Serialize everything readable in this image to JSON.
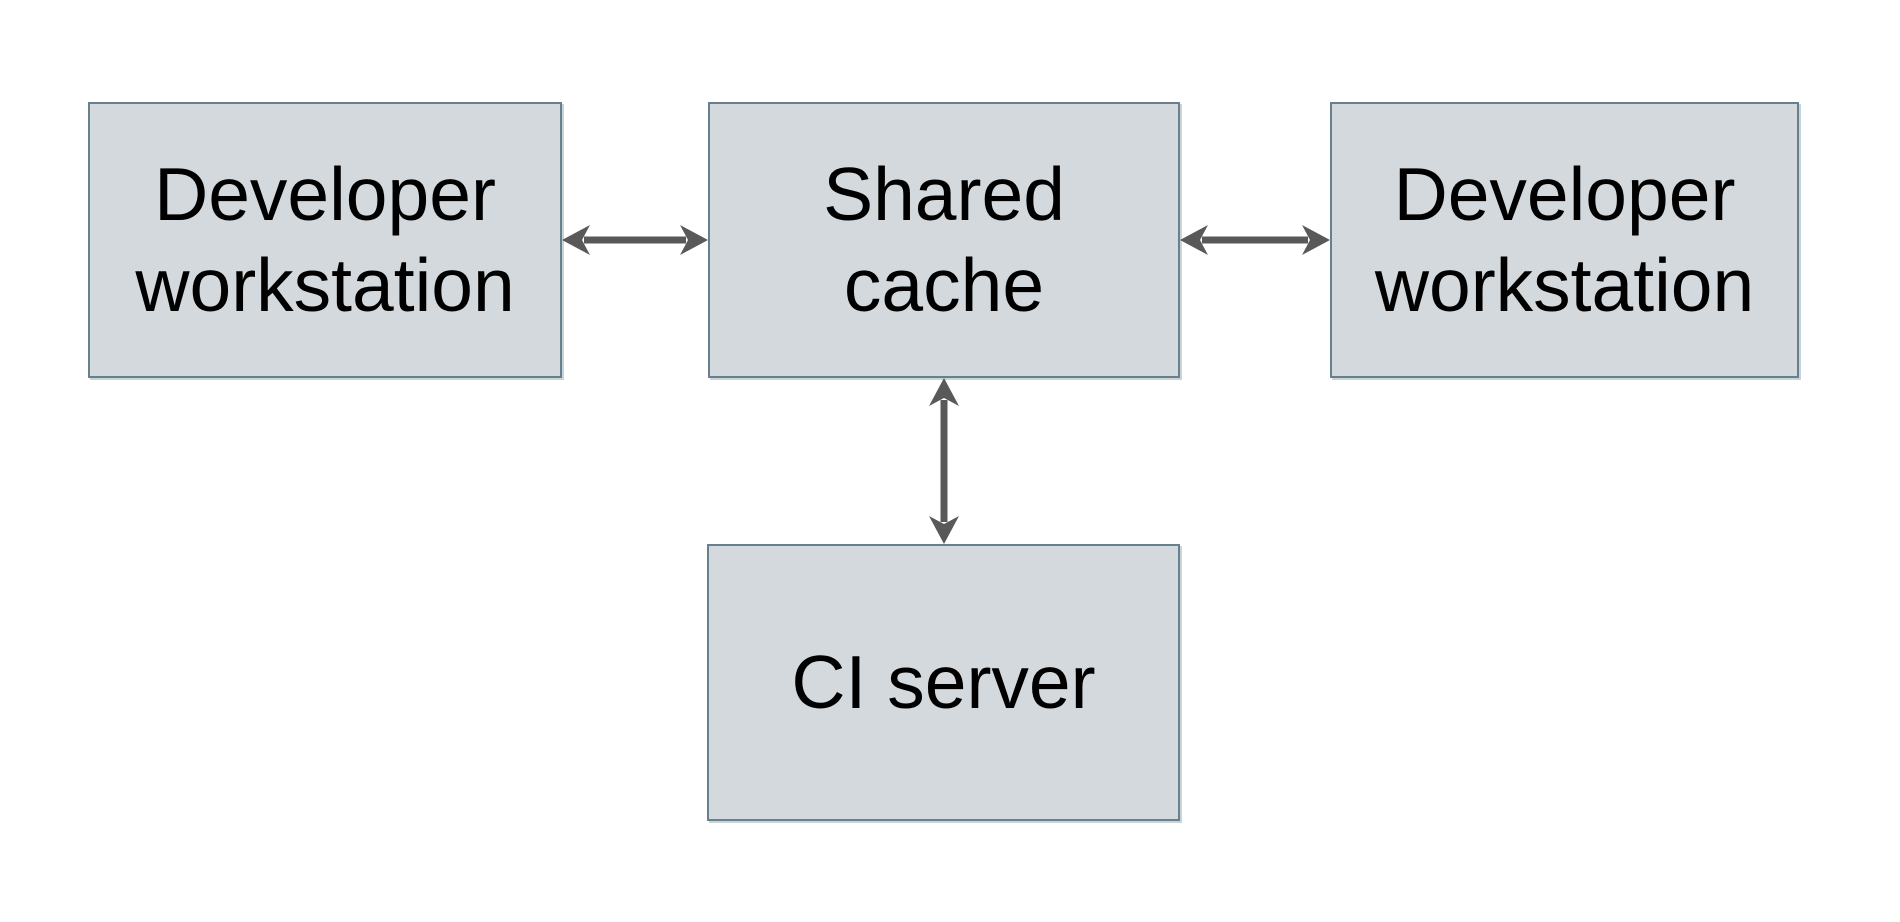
{
  "diagram": {
    "colors": {
      "background": "#ffffff",
      "box_fill": "#d3d9dc",
      "box_border": "#68808e",
      "arrow_color": "#595959",
      "text_color": "#000000"
    },
    "nodes": [
      {
        "id": "developer-workstation-left",
        "lines": [
          "Developer",
          "workstation"
        ]
      },
      {
        "id": "shared-cache",
        "lines": [
          "Shared",
          "cache"
        ]
      },
      {
        "id": "developer-workstation-right",
        "lines": [
          "Developer",
          "workstation"
        ]
      },
      {
        "id": "ci-server",
        "lines": [
          "CI server"
        ]
      }
    ],
    "connections": [
      {
        "from": "developer-workstation-left",
        "to": "shared-cache",
        "type": "bidirectional-arrow",
        "orientation": "horizontal"
      },
      {
        "from": "shared-cache",
        "to": "developer-workstation-right",
        "type": "bidirectional-arrow",
        "orientation": "horizontal"
      },
      {
        "from": "shared-cache",
        "to": "ci-server",
        "type": "bidirectional-arrow",
        "orientation": "vertical"
      }
    ]
  }
}
